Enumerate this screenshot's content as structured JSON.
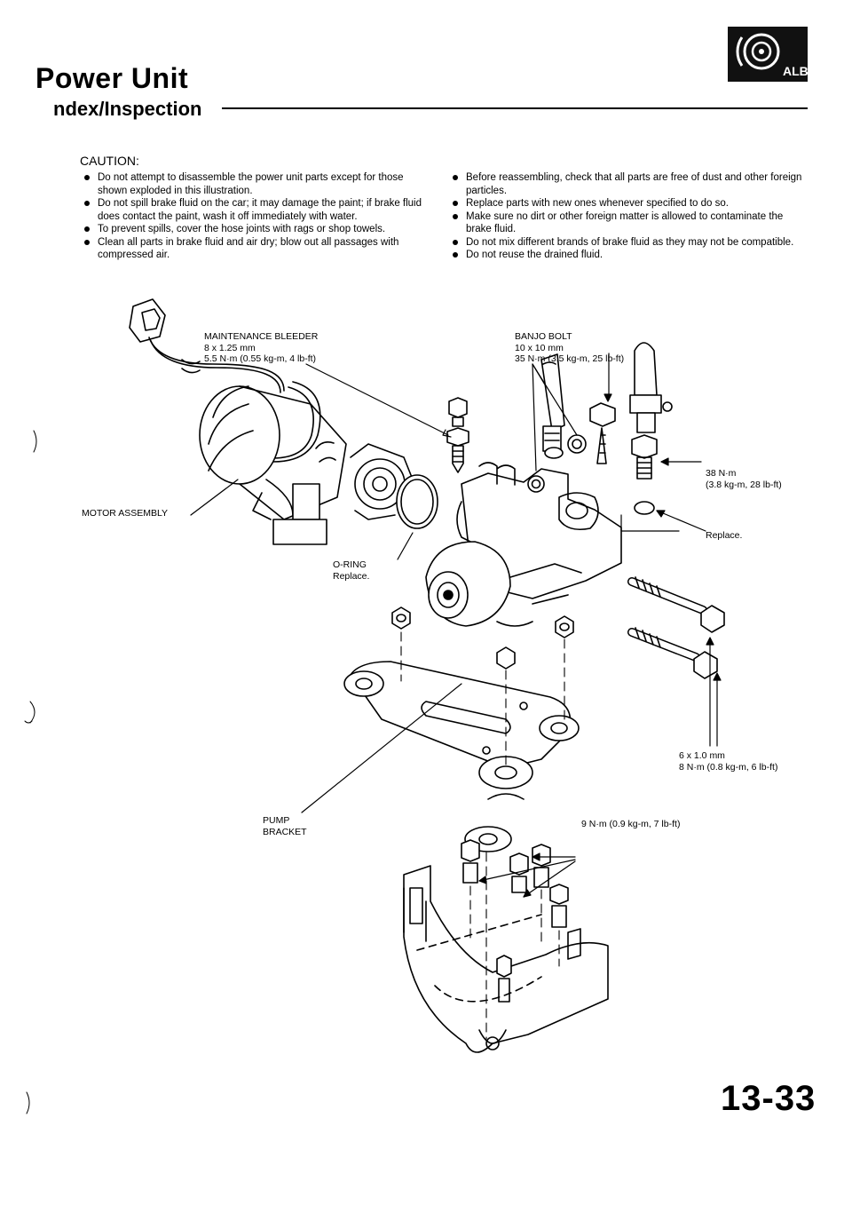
{
  "header": {
    "title": "Power Unit",
    "subtitle": "ndex/Inspection",
    "section_badge": "ALB"
  },
  "caution": {
    "heading": "CAUTION:",
    "left_items": [
      "Do not attempt to disassemble the power unit parts except for those shown exploded in this illustration.",
      "Do not spill brake fluid on the car; it may damage the paint; if brake fluid does contact the paint, wash it off immediately with water.",
      "To prevent spills, cover the hose joints with rags or shop towels.",
      "Clean all parts in brake fluid and air dry; blow out all passages with compressed air."
    ],
    "right_items": [
      "Before reassembling, check that all parts are free of dust and other foreign particles.",
      "Replace parts with new ones whenever specified to do so.",
      "Make sure no dirt or other foreign matter is allowed to contaminate the brake fluid.",
      "Do not mix different brands of brake fluid as they may not be compatible.",
      "Do not reuse the drained fluid."
    ]
  },
  "callouts": {
    "bleeder": {
      "line1": "MAINTENANCE BLEEDER",
      "line2": "8 x 1.25 mm",
      "line3": "5.5 N·m (0.55 kg-m, 4 lb-ft)"
    },
    "banjo": {
      "line1": "BANJO BOLT",
      "line2": "10 x 10 mm",
      "line3": "35 N·m (3.5 kg-m, 25 lb-ft)"
    },
    "fitting_torque": {
      "line1": "38 N·m",
      "line2": "(3.8 kg-m, 28 lb-ft)"
    },
    "washer_replace": "Replace.",
    "motor": "MOTOR ASSEMBLY",
    "oring": {
      "line1": "O-RING",
      "line2": "Replace."
    },
    "bolt": {
      "line1": "6 x 1.0 mm",
      "line2": "8 N·m (0.8 kg-m, 6 lb-ft)"
    },
    "bracket": {
      "line1": "PUMP",
      "line2": "BRACKET"
    },
    "stud_torque": "9 N·m (0.9 kg-m, 7 lb-ft)"
  },
  "page_number": "13-33",
  "colors": {
    "ink": "#000000",
    "badge_bg": "#111111",
    "paper": "#ffffff"
  }
}
